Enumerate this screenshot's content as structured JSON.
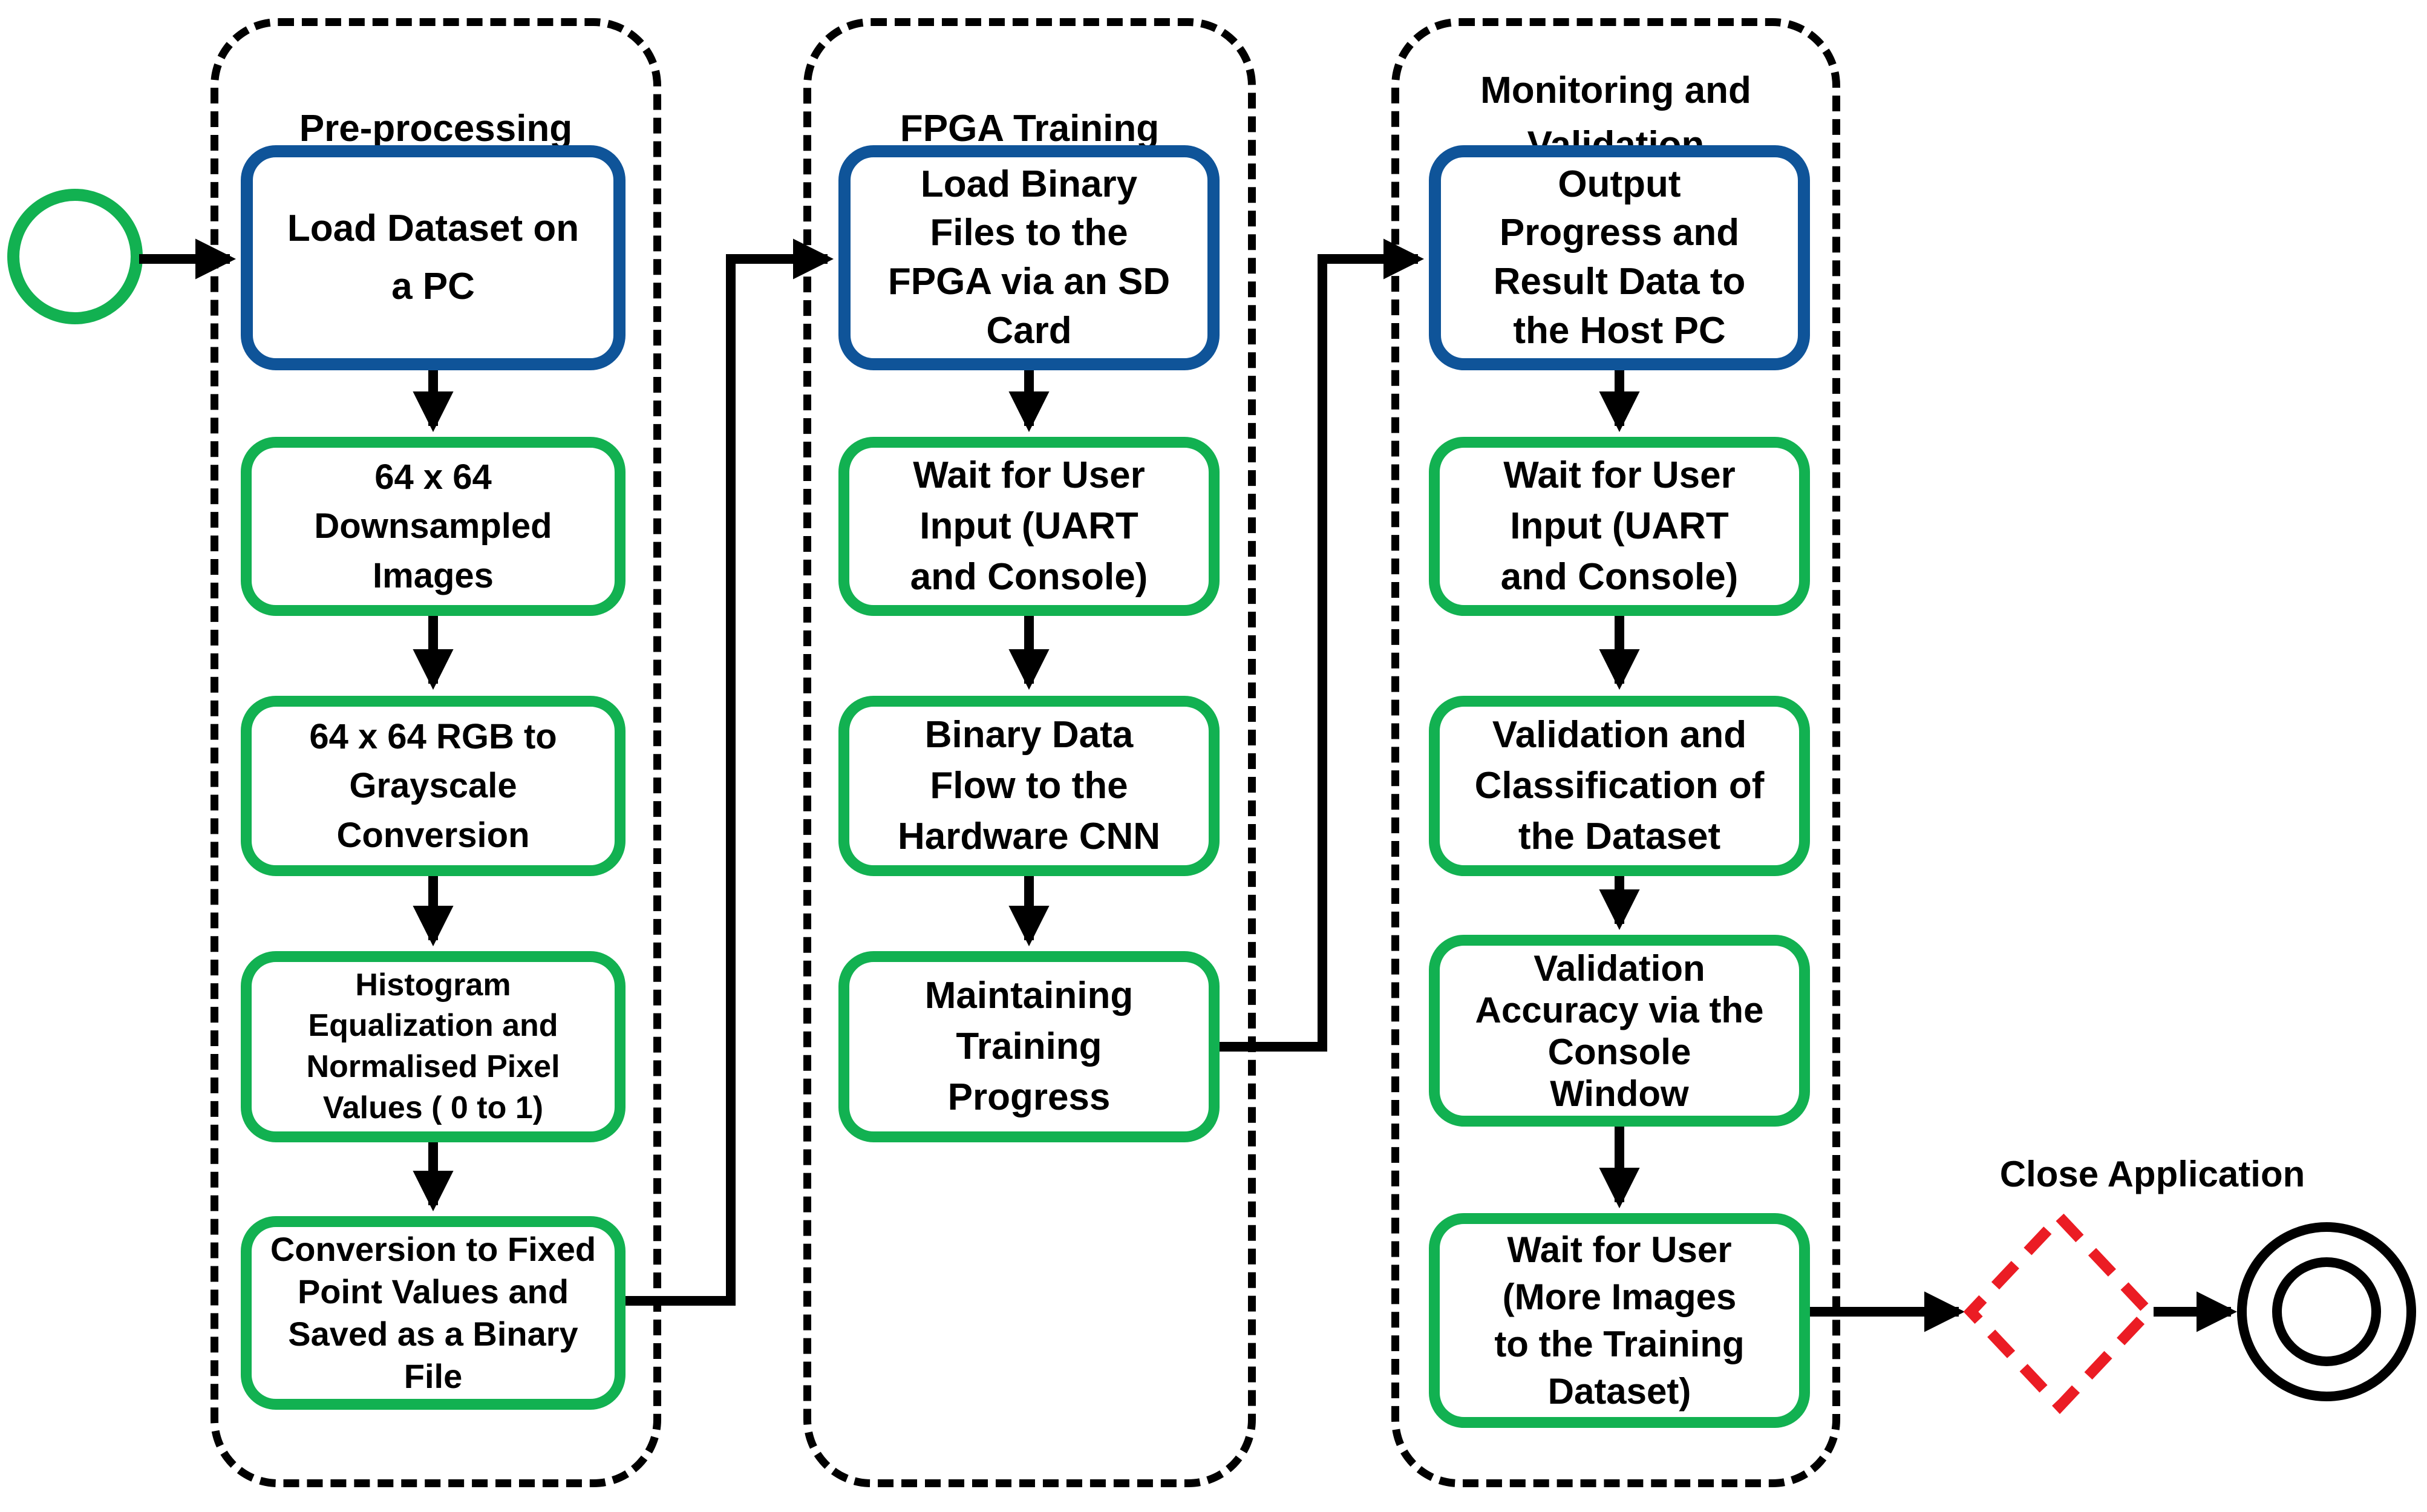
{
  "colors": {
    "green": "#12B151",
    "blue": "#0F5499",
    "red": "#EB1C24",
    "line": "#000000",
    "background": "#FFFFFF"
  },
  "columns": [
    {
      "title": "Pre-processing",
      "boxes": [
        {
          "label": "Load Dataset on\na PC",
          "style": "blue"
        },
        {
          "label": "64 x 64\nDownsampled\nImages",
          "style": "green"
        },
        {
          "label": "64 x 64 RGB to\nGrayscale\nConversion",
          "style": "green"
        },
        {
          "label": "Histogram\nEqualization and\nNormalised Pixel\nValues ( 0 to 1)",
          "style": "green"
        },
        {
          "label": "Conversion to Fixed\nPoint Values and\nSaved as a Binary\nFile",
          "style": "green"
        }
      ]
    },
    {
      "title": "FPGA Training",
      "boxes": [
        {
          "label": "Load Binary\nFiles to the\nFPGA via an SD\nCard",
          "style": "blue"
        },
        {
          "label": "Wait for User\nInput (UART\nand Console)",
          "style": "green"
        },
        {
          "label": "Binary Data\nFlow to the\nHardware CNN",
          "style": "green"
        },
        {
          "label": "Maintaining\nTraining\nProgress",
          "style": "green"
        }
      ]
    },
    {
      "title": "Monitoring and\nValidation",
      "boxes": [
        {
          "label": "Output\nProgress and\nResult Data to\nthe Host PC",
          "style": "blue"
        },
        {
          "label": "Wait for User\nInput (UART\nand Console)",
          "style": "green"
        },
        {
          "label": "Validation and\nClassification of\nthe Dataset",
          "style": "green"
        },
        {
          "label": "Validation\nAccuracy via the\nConsole\nWindow",
          "style": "green"
        },
        {
          "label": "Wait for User\n(More Images\nto the Training\nDataset)",
          "style": "green"
        }
      ]
    }
  ],
  "end_section": {
    "label": "Close Application"
  }
}
